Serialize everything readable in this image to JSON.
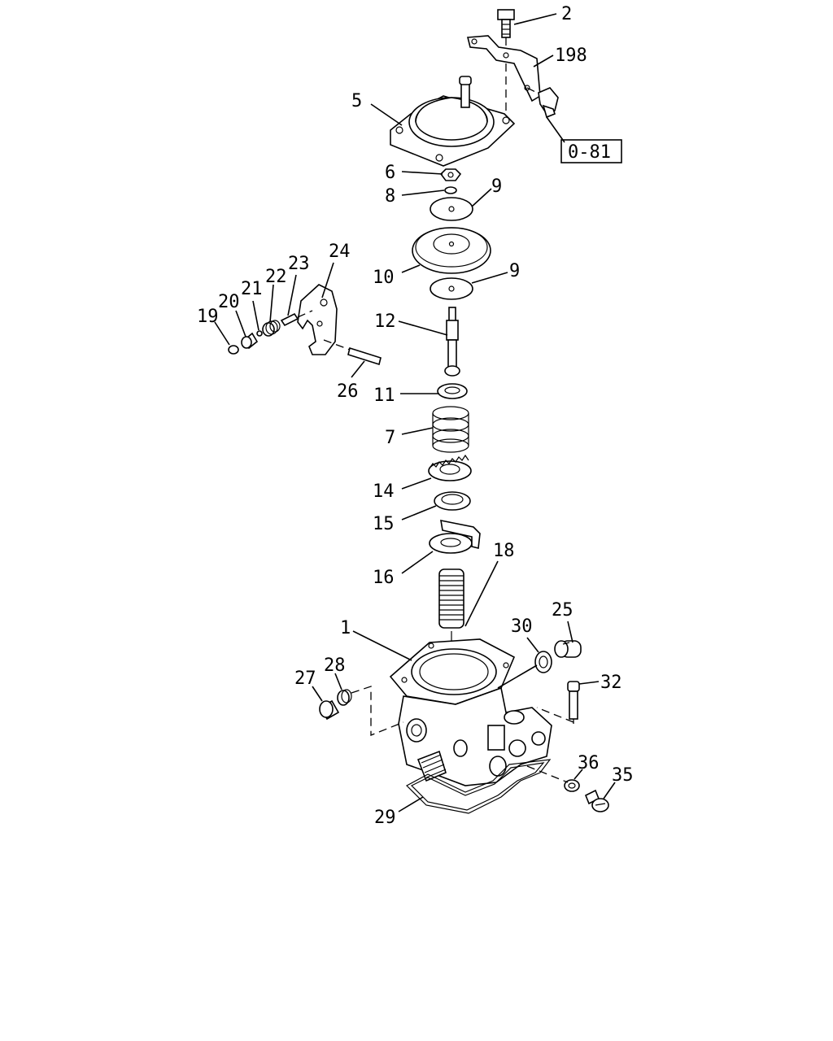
{
  "diagram": {
    "callouts": {
      "p2": "2",
      "p198": "198",
      "p5": "5",
      "p6": "6",
      "p8": "8",
      "p9a": "9",
      "p10": "10",
      "p9b": "9",
      "p24": "24",
      "p23": "23",
      "p22": "22",
      "p21": "21",
      "p20": "20",
      "p19": "19",
      "p12": "12",
      "p26": "26",
      "p11": "11",
      "p7": "7",
      "p14": "14",
      "p15": "15",
      "p16": "16",
      "p18": "18",
      "p1": "1",
      "p30": "30",
      "p25": "25",
      "p32": "32",
      "p27": "27",
      "p28": "28",
      "p36": "36",
      "p35": "35",
      "p29": "29"
    },
    "reference_box": "0-81"
  }
}
